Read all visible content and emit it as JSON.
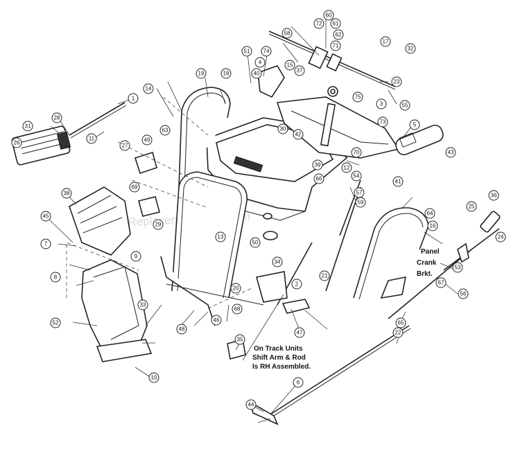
{
  "watermark": "eReplacementParts.com",
  "notes": {
    "panel_crank": [
      "Panel",
      "Crank",
      "Brkt."
    ],
    "track_units": [
      "On Track Units",
      "Shift Arm & Rod",
      "Is RH Assembled."
    ]
  },
  "callouts": [
    "1",
    "2",
    "3",
    "4",
    "5",
    "6",
    "7",
    "8",
    "9",
    "10",
    "11",
    "12",
    "13",
    "14",
    "15",
    "16",
    "17",
    "18",
    "19",
    "20",
    "21",
    "22",
    "23",
    "24",
    "25",
    "26",
    "27",
    "28",
    "29",
    "30",
    "31",
    "32",
    "33",
    "34",
    "35",
    "36",
    "37",
    "38",
    "39",
    "40",
    "41",
    "42",
    "43",
    "44",
    "45",
    "46",
    "47",
    "48",
    "49",
    "50",
    "51",
    "52",
    "53",
    "54",
    "55",
    "56",
    "57",
    "58",
    "59",
    "60",
    "61",
    "62",
    "63",
    "64",
    "65",
    "66",
    "67",
    "68",
    "69",
    "70",
    "71",
    "72",
    "73",
    "74",
    "75"
  ]
}
